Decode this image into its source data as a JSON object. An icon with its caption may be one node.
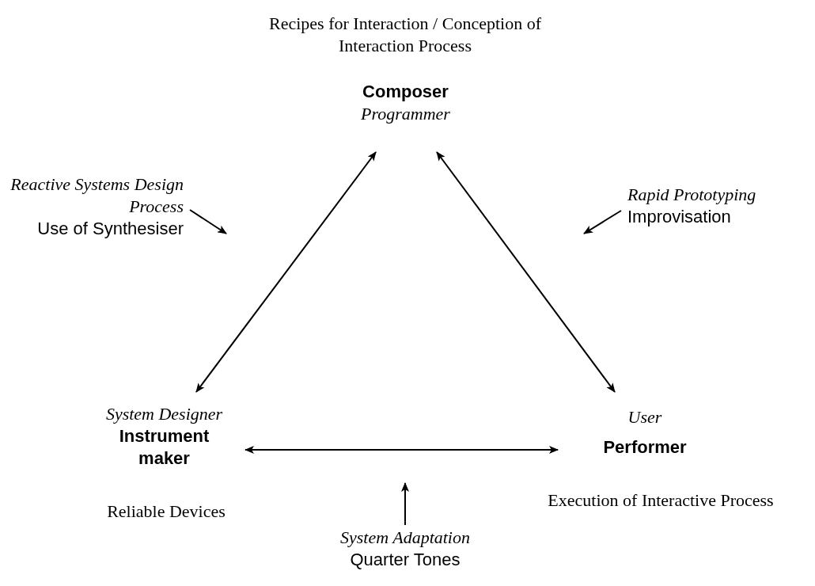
{
  "diagram": {
    "nodes": [
      {
        "text": [
          "Composer",
          "Programmer"
        ],
        "beside": [
          "Recipes for Interaction / Conception of Interaction Process"
        ]
      },
      {
        "text": [
          "System Designer",
          "Instrument maker"
        ],
        "beside": [
          "Reliable Devices"
        ]
      },
      {
        "text": [
          "User",
          "Performer"
        ],
        "beside": [
          "Execution of Interactive Process"
        ]
      },
      {
        "text": [
          "Reactive Systems Design Process",
          "Use of Synthesiser"
        ]
      },
      {
        "text": [
          "Rapid Prototyping",
          "Improvisation"
        ]
      },
      {
        "text": [
          "System Adaptation",
          "Quarter Tones"
        ]
      }
    ],
    "edges": [
      {
        "from": 0,
        "to": 1,
        "arrow": "both"
      },
      {
        "from": 0,
        "to": 2,
        "arrow": "both"
      },
      {
        "from": 1,
        "to": 2,
        "arrow": "both"
      },
      {
        "from": 3,
        "to": null,
        "arrow": "to"
      },
      {
        "from": 4,
        "to": null,
        "arrow": "to"
      },
      {
        "from": 5,
        "to": null,
        "arrow": "to"
      }
    ]
  }
}
